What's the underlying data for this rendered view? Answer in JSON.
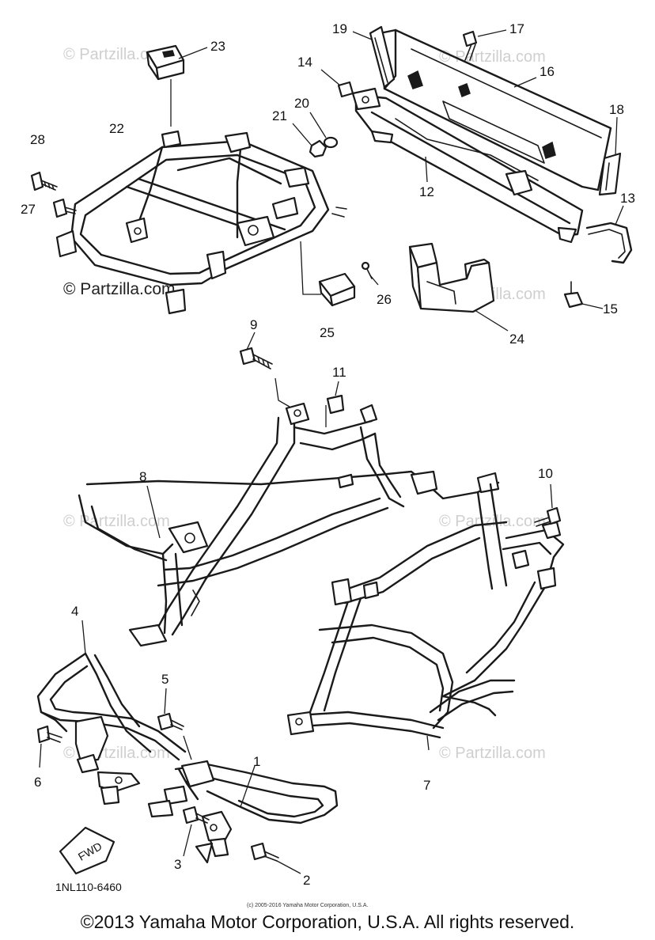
{
  "watermarks": {
    "faint": "© Partzilla.com",
    "dark": "© Partzilla.com"
  },
  "callouts": [
    "1",
    "2",
    "3",
    "4",
    "5",
    "6",
    "7",
    "8",
    "9",
    "10",
    "11",
    "12",
    "13",
    "14",
    "15",
    "16",
    "17",
    "18",
    "19",
    "20",
    "21",
    "22",
    "23",
    "24",
    "25",
    "26",
    "27",
    "28"
  ],
  "diagram_code": "1NL110-6460",
  "fwd_label": "FWD",
  "small_copyright": "(c) 2005-2016 Yamaha Motor Corporation, U.S.A.",
  "footer": "©2013 Yamaha Motor Corporation, U.S.A. All rights reserved.",
  "colors": {
    "line": "#1a1a1a",
    "watermark": "#cfcfcf",
    "background": "#ffffff"
  }
}
